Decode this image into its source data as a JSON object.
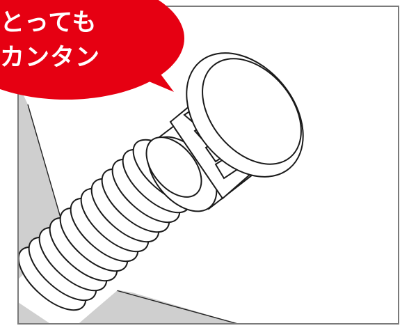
{
  "callout": {
    "lines": [
      "とっても",
      "カンタン"
    ]
  },
  "colors": {
    "bubble_red": "#e60012",
    "outline": "#1a1a1a",
    "wall_shade": "#cccccc",
    "frame_border": "#7a7a7a"
  },
  "icons": {
    "illustration": "drain-hose-adapter-illustration"
  }
}
